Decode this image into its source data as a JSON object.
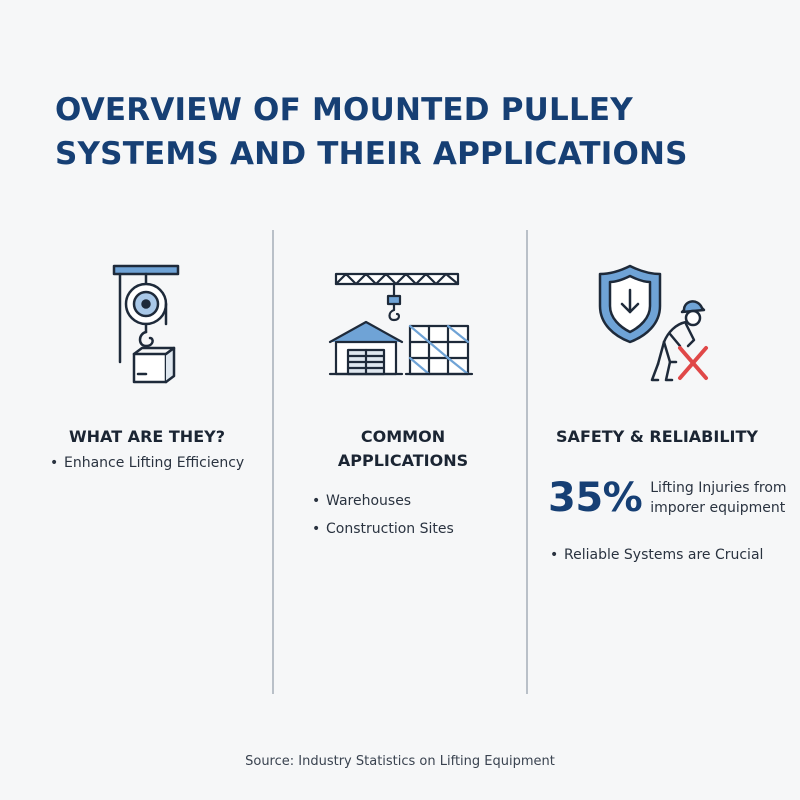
{
  "title": {
    "line1": "OVERVIEW OF MOUNTED PULLEY",
    "line2": "SYSTEMS AND THEIR APPLICATIONS"
  },
  "columns": [
    {
      "icon": "pulley-hook-box-icon",
      "heading_line1": "WHAT ARE THEY?",
      "bullets": [
        "Enhance Lifting Efficiency"
      ]
    },
    {
      "icon": "crane-warehouse-scaffold-icon",
      "heading_line1": "COMMON",
      "heading_line2": "APPLICATIONS",
      "bullets": [
        "Warehouses",
        "Construction Sites"
      ]
    },
    {
      "icon": "shield-worker-warning-icon",
      "heading_line1": "SAFETY & RELIABILITY",
      "stat": {
        "value": "35%",
        "text_line1": "Lifting Injuries from",
        "text_line2": "imporer equipment"
      },
      "bullets": [
        "Reliable Systems are Crucial"
      ]
    }
  ],
  "colors": {
    "title": "#163f74",
    "icon_blue": "#6fa3d6",
    "icon_outline": "#1e2a3a",
    "warning_red": "#e04848"
  },
  "source": "Source: Industry Statistics on Lifting Equipment"
}
